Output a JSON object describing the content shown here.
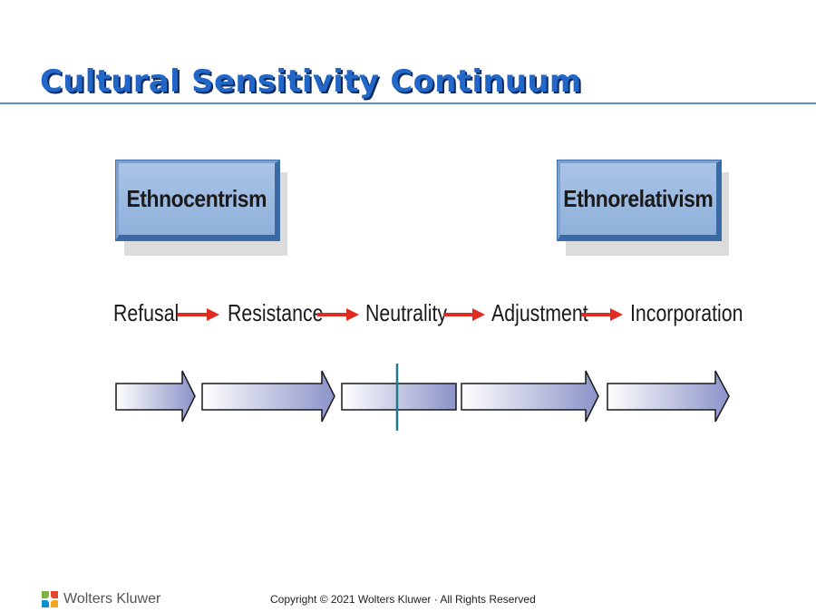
{
  "title": "Cultural Sensitivity Continuum",
  "boxes": {
    "left": "Ethnocentrism",
    "right": "Ethnorelativism"
  },
  "stages": [
    "Refusal",
    "Resistance",
    "Neutrality",
    "Adjustment",
    "Incorporation"
  ],
  "footer": {
    "brand": "Wolters Kluwer",
    "copyright": "Copyright © 2021 Wolters Kluwer · All Rights Reserved"
  },
  "colors": {
    "title": "#2266c8",
    "box": "#8fb0db",
    "connector_arrow": "#e02b20",
    "marker_line": "#1f7a8c",
    "bar_end": "#8b93c8"
  }
}
